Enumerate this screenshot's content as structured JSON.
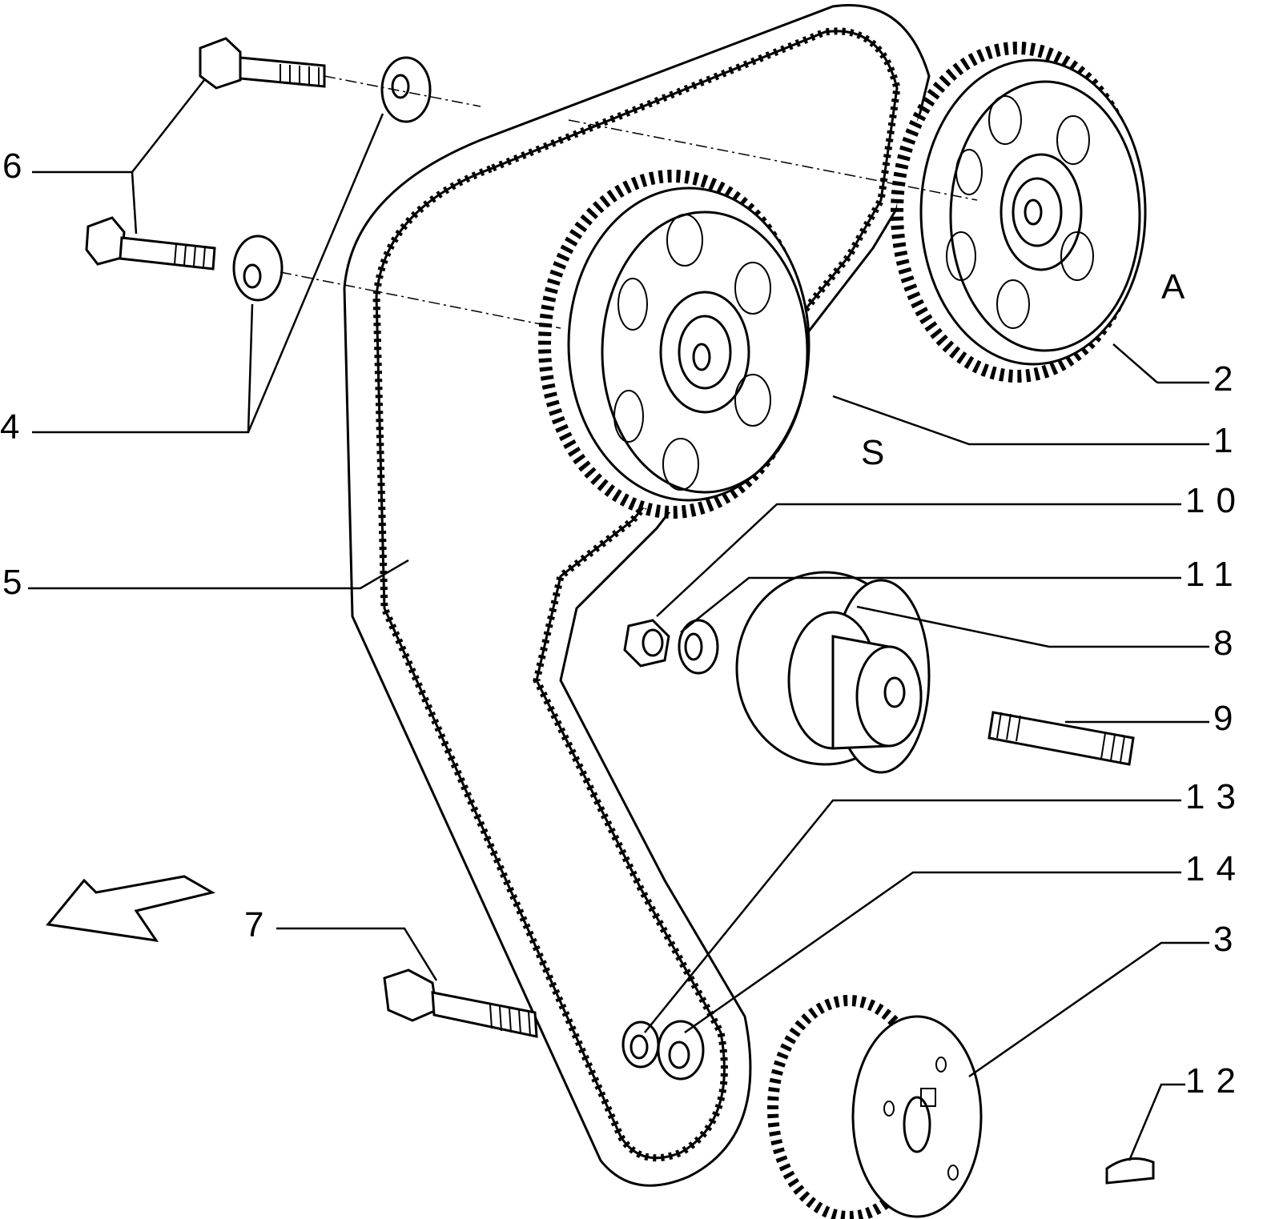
{
  "diagram": {
    "part_labels": {
      "p1": "1",
      "p2": "2",
      "p3": "3",
      "p4": "4",
      "p5": "5",
      "p6": "6",
      "p7": "7",
      "p8": "8",
      "p9": "9",
      "p10": "10",
      "p11": "11",
      "p12": "12",
      "p13": "13",
      "p14": "14"
    },
    "side_labels": {
      "a": "A",
      "s": "S"
    },
    "icons": [
      "direction-arrow-icon"
    ]
  }
}
